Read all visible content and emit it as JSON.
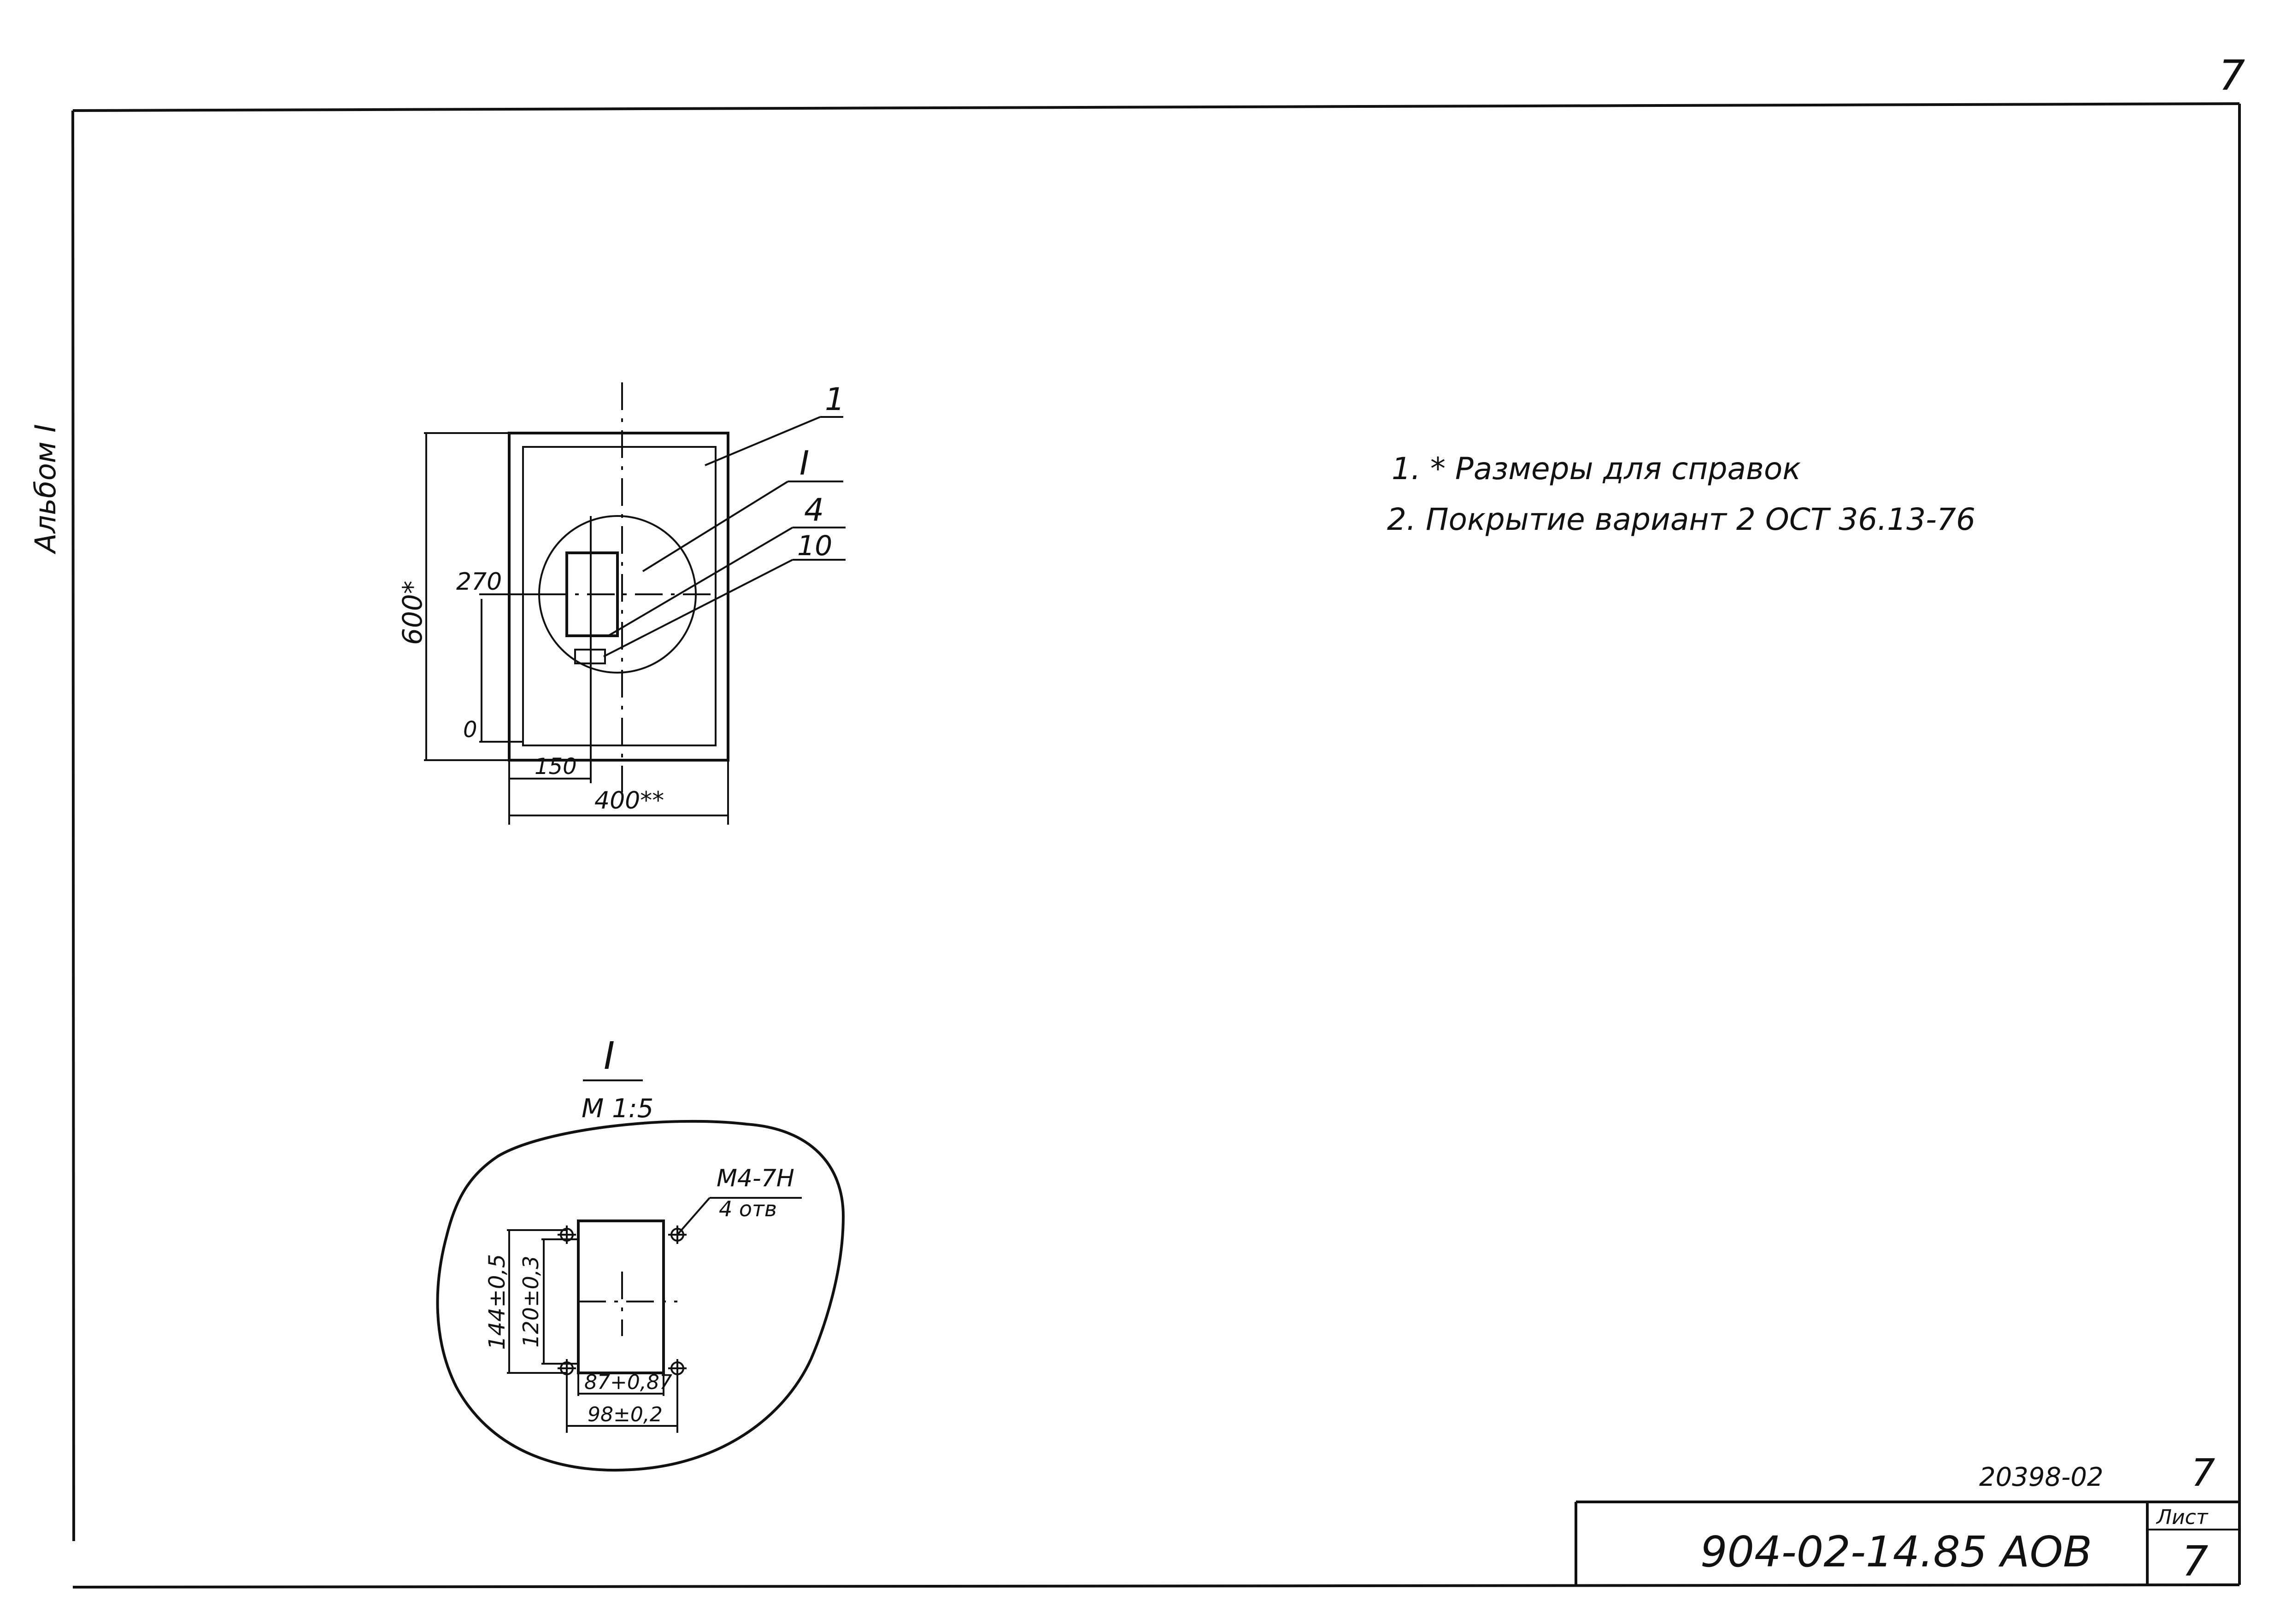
{
  "sheet": {
    "corner_number": "7",
    "album_label": "Альбом I"
  },
  "notes": [
    "1. * Размеры для справок",
    "2. Покрытие вариант 2 ОСТ 36.13-76"
  ],
  "main_view": {
    "dim_height": "600*",
    "dim_width": "400**",
    "dim_offset": "150",
    "level_270": "270",
    "level_0": "0",
    "callout_1": "1",
    "callout_I": "I",
    "callout_4": "4",
    "callout_10": "10"
  },
  "detail_view": {
    "title": "I",
    "scale": "М 1:5",
    "thread_label": "М4-7Н",
    "holes_label": "4 отв",
    "dim_144": "144±0,5",
    "dim_120": "120±0,3",
    "dim_87": "87+0,87",
    "dim_98": "98±0,2"
  },
  "title_block": {
    "doc_code": "904-02-14.85 АОВ",
    "sheet_label": "Лист",
    "sheet_number": "7",
    "sheet_number_above": "7",
    "reg_number": "20398-02"
  }
}
